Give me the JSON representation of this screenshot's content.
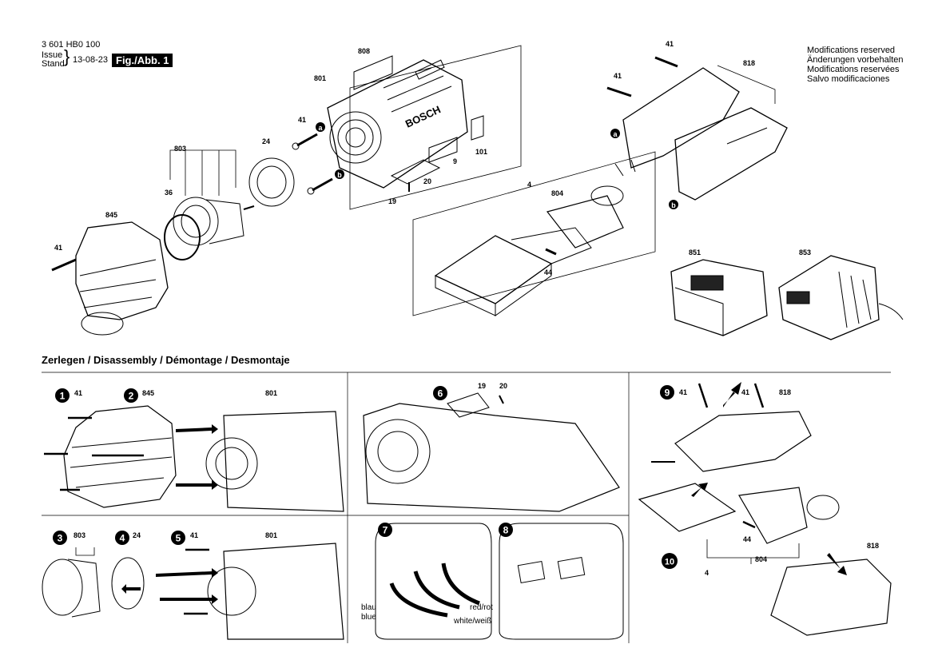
{
  "header": {
    "doc_number": "3 601 HB0 100",
    "issue_label": "Issue",
    "stand_label": "Stand",
    "date": "13-08-23",
    "figure_label": "Fig./Abb. 1"
  },
  "modifications": [
    "Modifications reserved",
    "Änderungen vorbehalten",
    "Modifications reservées",
    "Salvo modificaciones"
  ],
  "section_title": "Zerlegen / Disassembly / Démontage / Desmontaje",
  "parts": {
    "p808": "808",
    "p801": "801",
    "p41": "41",
    "p803": "803",
    "p24": "24",
    "p36": "36",
    "p845": "845",
    "p9": "9",
    "p101": "101",
    "p19": "19",
    "p20": "20",
    "p4": "4",
    "p804": "804",
    "p44": "44",
    "p818": "818",
    "p851": "851",
    "p853": "853",
    "ca": "a",
    "cb": "b"
  },
  "steps": [
    "1",
    "2",
    "3",
    "4",
    "5",
    "6",
    "7",
    "8",
    "9",
    "10"
  ],
  "wire_labels": {
    "blue": "blau",
    "blue_en": "blue",
    "red": "red/rot",
    "white": "white/weiß"
  },
  "brand": "BOSCH"
}
